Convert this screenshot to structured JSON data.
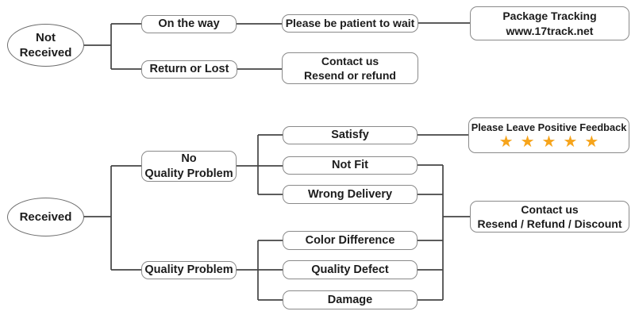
{
  "diagram": {
    "nodes": {
      "not_received": {
        "line1": "Not",
        "line2": "Received"
      },
      "on_the_way": {
        "label": "On the way"
      },
      "be_patient": {
        "label": "Please be patient to wait"
      },
      "package_tracking": {
        "line1": "Package Tracking",
        "line2": "www.17track.net"
      },
      "return_or_lost": {
        "label": "Return or Lost"
      },
      "contact_resend_refund": {
        "line1": "Contact us",
        "line2": "Resend or refund"
      },
      "received": {
        "label": "Received"
      },
      "no_quality_problem": {
        "line1": "No",
        "line2": "Quality Problem"
      },
      "quality_problem": {
        "label": "Quality Problem"
      },
      "satisfy": {
        "label": "Satisfy"
      },
      "not_fit": {
        "label": "Not Fit"
      },
      "wrong_delivery": {
        "label": "Wrong Delivery"
      },
      "color_difference": {
        "label": "Color Difference"
      },
      "quality_defect": {
        "label": "Quality Defect"
      },
      "damage": {
        "label": "Damage"
      },
      "positive_feedback": {
        "line1": "Please Leave Positive Feedback",
        "stars_count": 5,
        "stars_glyph": "★★★★★"
      },
      "contact_resend_refund_discount": {
        "line1": "Contact us",
        "line2": "Resend / Refund / Discount"
      }
    },
    "edges": [
      {
        "from": "not_received",
        "to": "on_the_way"
      },
      {
        "from": "not_received",
        "to": "return_or_lost"
      },
      {
        "from": "on_the_way",
        "to": "be_patient"
      },
      {
        "from": "be_patient",
        "to": "package_tracking"
      },
      {
        "from": "return_or_lost",
        "to": "contact_resend_refund"
      },
      {
        "from": "received",
        "to": "no_quality_problem"
      },
      {
        "from": "received",
        "to": "quality_problem"
      },
      {
        "from": "no_quality_problem",
        "to": "satisfy"
      },
      {
        "from": "no_quality_problem",
        "to": "not_fit"
      },
      {
        "from": "no_quality_problem",
        "to": "wrong_delivery"
      },
      {
        "from": "satisfy",
        "to": "positive_feedback"
      },
      {
        "from": "quality_problem",
        "to": "color_difference"
      },
      {
        "from": "quality_problem",
        "to": "quality_defect"
      },
      {
        "from": "quality_problem",
        "to": "damage"
      },
      {
        "from": "not_fit",
        "to": "contact_resend_refund_discount"
      },
      {
        "from": "wrong_delivery",
        "to": "contact_resend_refund_discount"
      },
      {
        "from": "color_difference",
        "to": "contact_resend_refund_discount"
      },
      {
        "from": "quality_defect",
        "to": "contact_resend_refund_discount"
      },
      {
        "from": "damage",
        "to": "contact_resend_refund_discount"
      }
    ],
    "colors": {
      "star": "#F6A41B",
      "connector": "#454545",
      "box_border": "#8a8a8a"
    }
  }
}
